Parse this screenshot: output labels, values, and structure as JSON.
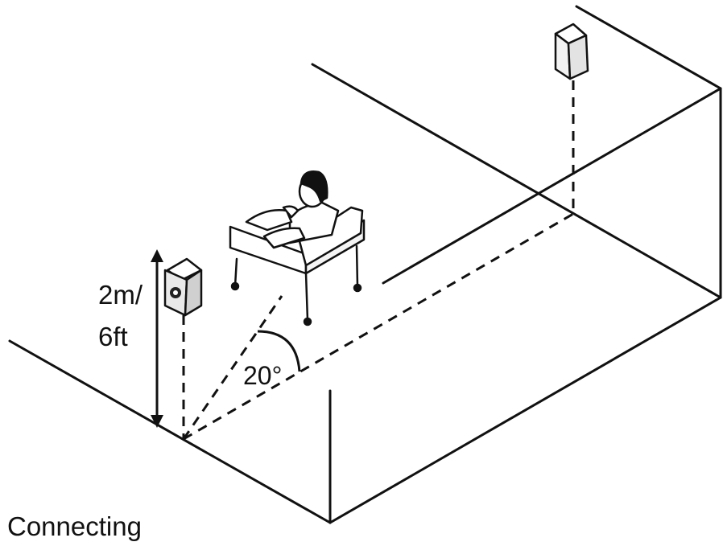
{
  "labels": {
    "height_value": "2m/",
    "height_value_imperial": "6ft",
    "angle": "20°"
  },
  "caption": {
    "text": "Connecting"
  },
  "icons": {
    "listener": "person-in-armchair-icon",
    "front_speaker": "speaker-icon",
    "rear_speaker": "speaker-icon"
  },
  "colors": {
    "line": "#111111",
    "background": "#ffffff"
  }
}
